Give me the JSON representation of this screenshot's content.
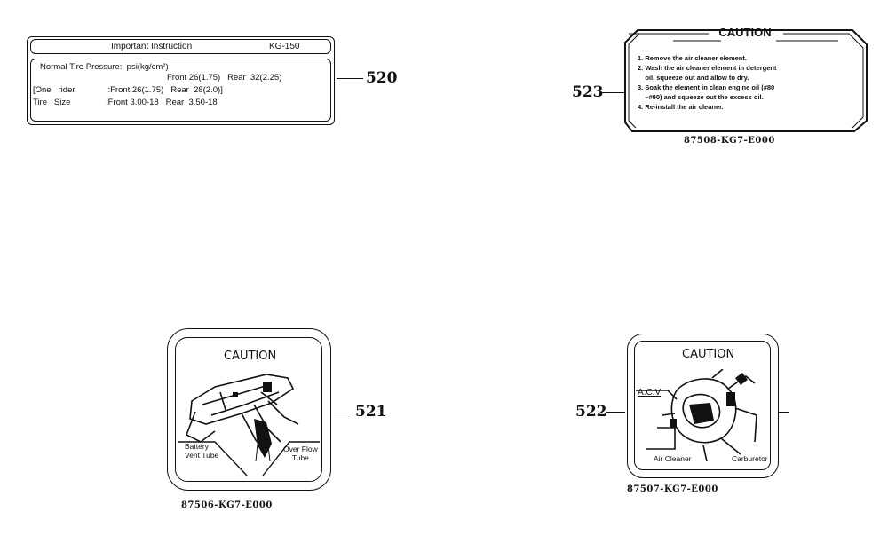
{
  "labels": {
    "l520": {
      "part_no": "520",
      "header_title": "Important Instruction",
      "header_model": "KG-150",
      "rows": [
        "Normal Tire Pressure:  psi(kg/cm²)",
        "Front 26(1.75)   Rear  32(2.25)",
        "[One   rider              :Front 26(1.75)   Rear  28(2.0)]",
        "Tire   Size               :Front 3.00-18   Rear  3.50-18"
      ]
    },
    "l523": {
      "part_no": "523",
      "title": "CAUTION",
      "lines": [
        "1. Remove the air cleaner element.",
        "2. Wash the air cleaner element in detergent",
        "    oil, squeeze out and allow to dry.",
        "3. Soak the element in clean engine oil (#80",
        "    –#90) and squeeze out the excess oil.",
        "4. Re-install the air cleaner."
      ],
      "code": "87508-KG7-E000"
    },
    "l521": {
      "part_no": "521",
      "title": "CAUTION",
      "left_caption": "Battery\nVent Tube",
      "right_caption": "Over Flow\nTube",
      "code": "87506-KG7-E000"
    },
    "l522": {
      "part_no": "522",
      "title": "CAUTION",
      "acv": "A.C.V",
      "left_caption": "Air Cleaner",
      "right_caption": "Carburetor",
      "code": "87507-KG7-E000"
    }
  }
}
